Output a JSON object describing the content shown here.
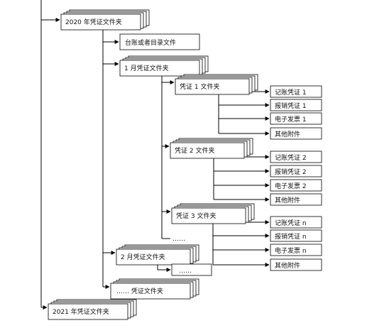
{
  "nodes": {
    "root": "",
    "y2020": "2020 年凭证文件夹",
    "ledger": "台账或者目录文件",
    "jan": "1 月凭证文件夹",
    "v1": "凭证 1 文件夹",
    "v1_a": "记账凭证 1",
    "v1_b": "报销凭证 1",
    "v1_c": "电子发票 1",
    "v1_d": "其他附件",
    "v2": "凭证 2 文件夹",
    "v2_a": "记账凭证 2",
    "v2_b": "报销凭证 2",
    "v2_c": "电子发票 2",
    "v2_d": "其他附件",
    "v3": "凭证 3 文件夹",
    "vn_a": "记账凭证 n",
    "vn_b": "报销凭证 n",
    "vn_c": "电子发票 n",
    "vn_d": "其他附件",
    "v_more": "……",
    "feb": "2 月凭证文件夹",
    "feb_more": "……",
    "month_more": "…… 凭证文件夹",
    "y2021": "2021 年凭证文件夹"
  }
}
